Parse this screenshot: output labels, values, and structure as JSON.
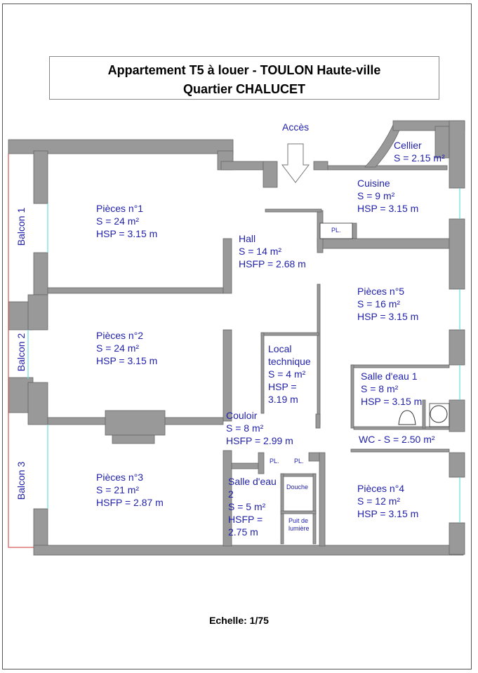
{
  "title": {
    "line1": "Appartement T5 à louer - TOULON Haute-ville",
    "line2": "Quartier CHALUCET"
  },
  "scale": "Echelle: 1/75",
  "access": "Accès",
  "colors": {
    "wall": "#999999",
    "label": "#2222aa",
    "balcony_line": "#cc3333",
    "window": "#66dddd"
  },
  "balconies": [
    "Balcon 1",
    "Balcon 2",
    "Balcon 3"
  ],
  "rooms": {
    "piece1": {
      "name": "Pièces n°1",
      "surface": "S = 24 m²",
      "height": "HSP = 3.15 m"
    },
    "piece2": {
      "name": "Pièces n°2",
      "surface": "S = 24 m²",
      "height": "HSP = 3.15 m"
    },
    "piece3": {
      "name": "Pièces n°3",
      "surface": "S = 21 m²",
      "height": "HSFP = 2.87 m"
    },
    "piece4": {
      "name": "Pièces n°4",
      "surface": "S = 12 m²",
      "height": "HSP = 3.15 m"
    },
    "piece5": {
      "name": "Pièces n°5",
      "surface": "S = 16 m²",
      "height": "HSP = 3.15 m"
    },
    "hall": {
      "name": "Hall",
      "surface": "S = 14 m²",
      "height": "HSFP = 2.68 m"
    },
    "cellier": {
      "name": "Cellier",
      "surface": "S = 2.15 m²"
    },
    "cuisine": {
      "name": "Cuisine",
      "surface": "S = 9 m²",
      "height": "HSP = 3.15 m"
    },
    "local": {
      "name1": "Local",
      "name2": "technique",
      "surface": "S = 4 m²",
      "height1": "HSP =",
      "height2": "3.19 m"
    },
    "couloir": {
      "name": "Couloir",
      "surface": "S = 8 m²",
      "height": "HSFP = 2.99 m"
    },
    "salle_eau1": {
      "name": "Salle d'eau 1",
      "surface": "S = 8 m²",
      "height": "HSP = 3.15 m"
    },
    "wc": {
      "label": "WC - S = 2.50 m²"
    },
    "salle_eau2": {
      "name1": "Salle d'eau",
      "name2": "2",
      "surface": "S = 5 m²",
      "height1": "HSFP =",
      "height2": "2.75 m"
    },
    "douche": {
      "name": "Douche"
    },
    "puit": {
      "name1": "Puit de",
      "name2": "lumière"
    },
    "placards": [
      "PL.",
      "PL.",
      "PL."
    ]
  }
}
